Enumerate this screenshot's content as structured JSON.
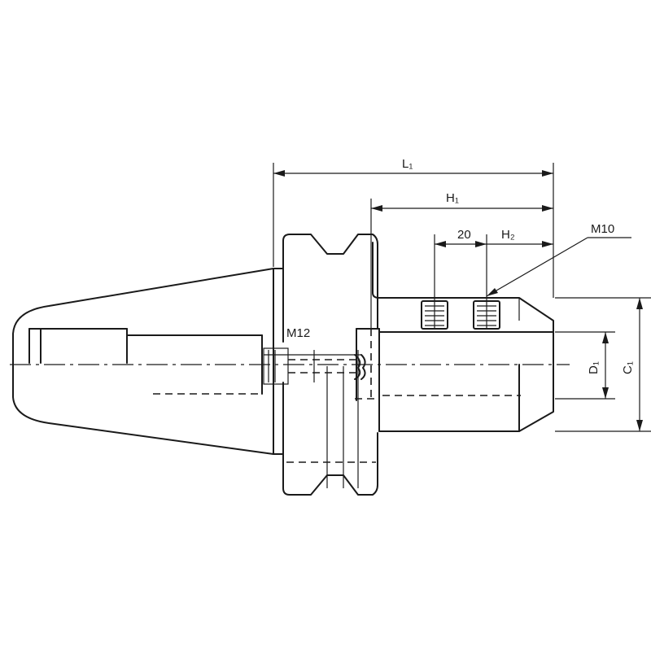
{
  "diagram": {
    "labels": {
      "L1": "L₁",
      "H1": "H₁",
      "H2": "H₂",
      "dim20": "20",
      "M10": "M10",
      "M12": "M12",
      "D1": "D₁",
      "C1": "C₁"
    }
  }
}
